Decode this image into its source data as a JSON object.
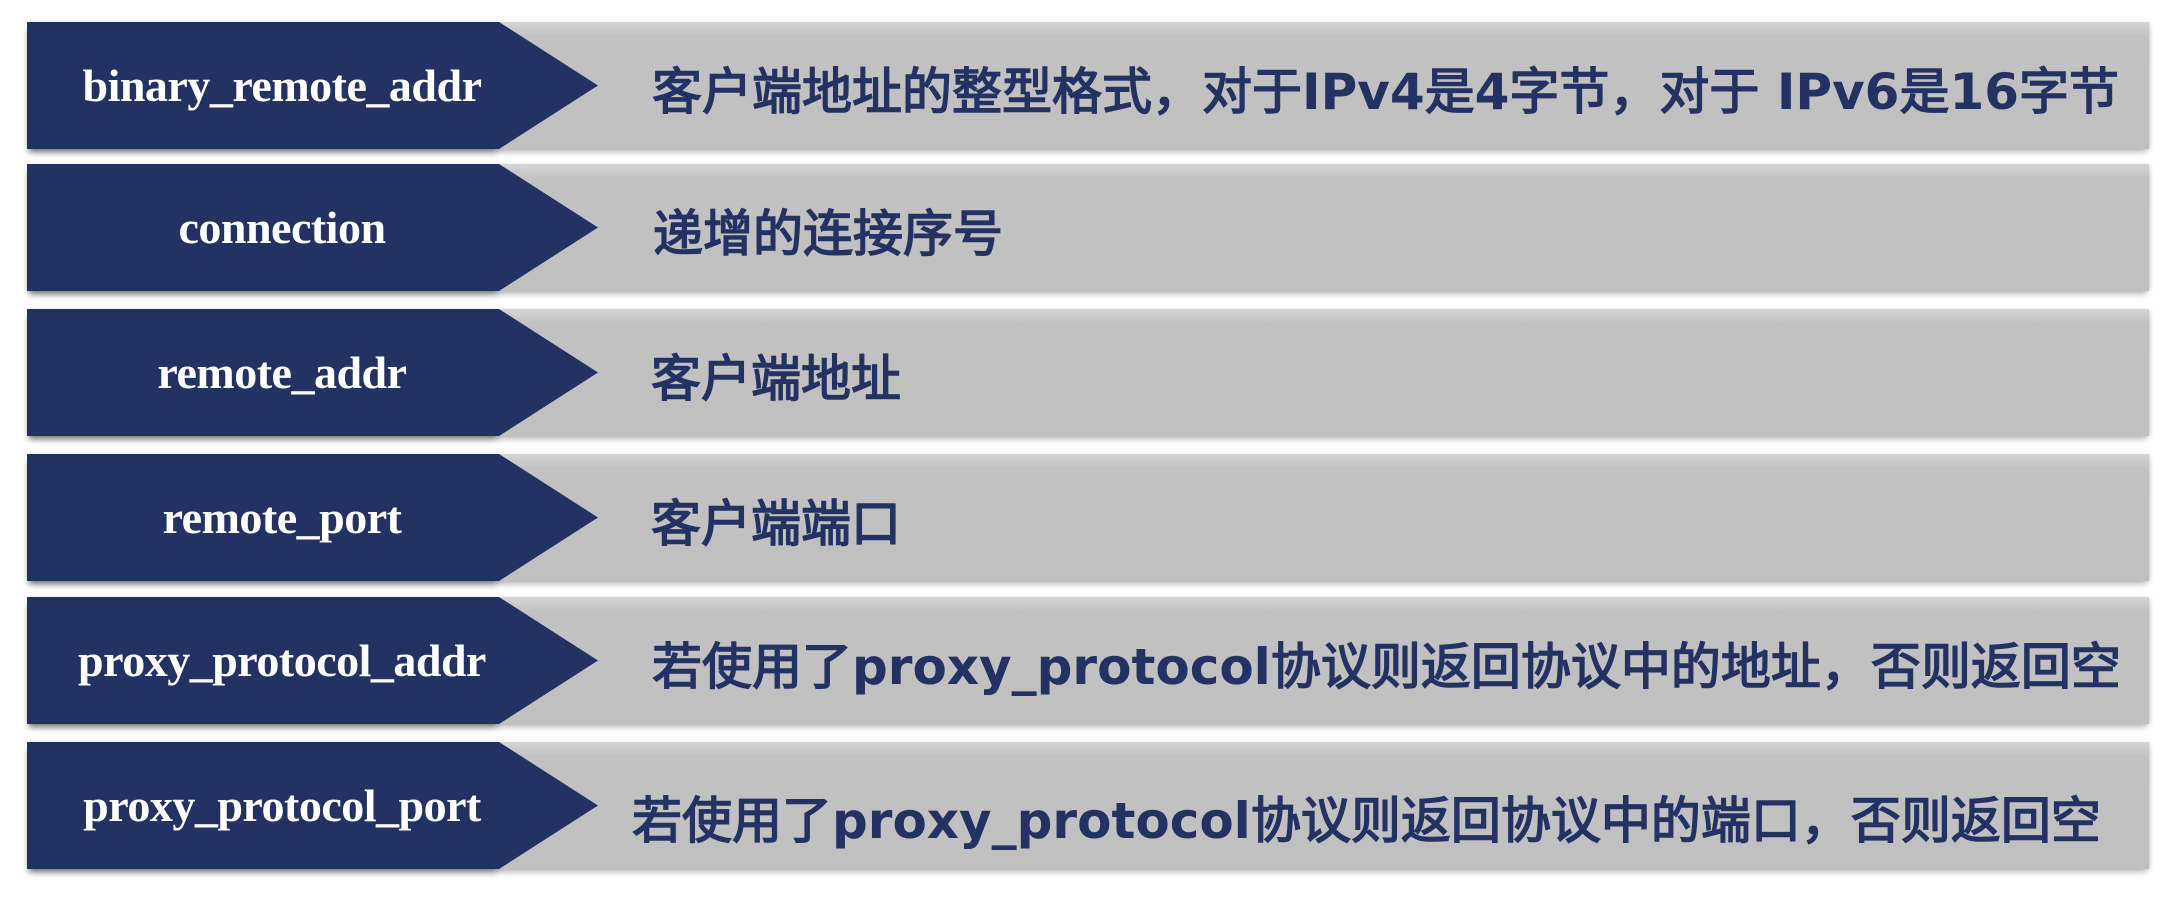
{
  "colors": {
    "tag_fill": "#233263",
    "bar_fill": "#c0c0c0",
    "label_text": "#ffffff",
    "desc_text": "#233263",
    "background": "#ffffff"
  },
  "variables": [
    {
      "name": "binary_remote_addr",
      "description": "客户端地址的整型格式，对于IPv4是4字节，对于 IPv6是16字节"
    },
    {
      "name": "connection",
      "description": "递增的连接序号"
    },
    {
      "name": "remote_addr",
      "description": "客户端地址"
    },
    {
      "name": "remote_port",
      "description": "客户端端口"
    },
    {
      "name": "proxy_protocol_addr",
      "description": "若使用了proxy_protocol协议则返回协议中的地址，否则返回空"
    },
    {
      "name": "proxy_protocol_port",
      "description": "若使用了proxy_protocol协议则返回协议中的端口，否则返回空"
    }
  ]
}
